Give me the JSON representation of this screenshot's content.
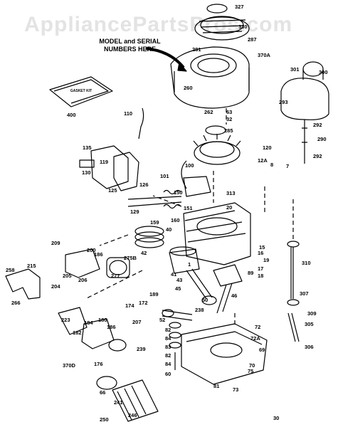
{
  "watermark": "AppliancePartsPros.com",
  "callout": {
    "line1": "MODEL and SERIAL",
    "line2": "NUMBERS HERE"
  },
  "gasket_kit_label": "GASKET KIT",
  "parts": [
    "327",
    "330",
    "287",
    "281",
    "370A",
    "260",
    "301",
    "300",
    "293",
    "292",
    "290",
    "292",
    "262",
    "63",
    "32",
    "285",
    "120",
    "12A",
    "8",
    "7",
    "400",
    "110",
    "135",
    "130",
    "125",
    "119",
    "101",
    "150",
    "100",
    "313",
    "126",
    "129",
    "159",
    "151",
    "160",
    "40",
    "42",
    "20",
    "209",
    "200",
    "215",
    "275B",
    "186",
    "205",
    "204",
    "206",
    "277",
    "258",
    "266",
    "174",
    "172",
    "189",
    "41",
    "43",
    "45",
    "15",
    "16",
    "19",
    "17",
    "18",
    "89",
    "46",
    "310",
    "307",
    "309",
    "305",
    "306",
    "223",
    "182",
    "184",
    "180",
    "186",
    "207",
    "239",
    "370D",
    "176",
    "1",
    "52",
    "82",
    "84",
    "83",
    "82",
    "84",
    "60",
    "81",
    "73",
    "75",
    "72",
    "72A",
    "69",
    "70",
    "66",
    "241",
    "246",
    "250",
    "238",
    "50",
    "30"
  ]
}
